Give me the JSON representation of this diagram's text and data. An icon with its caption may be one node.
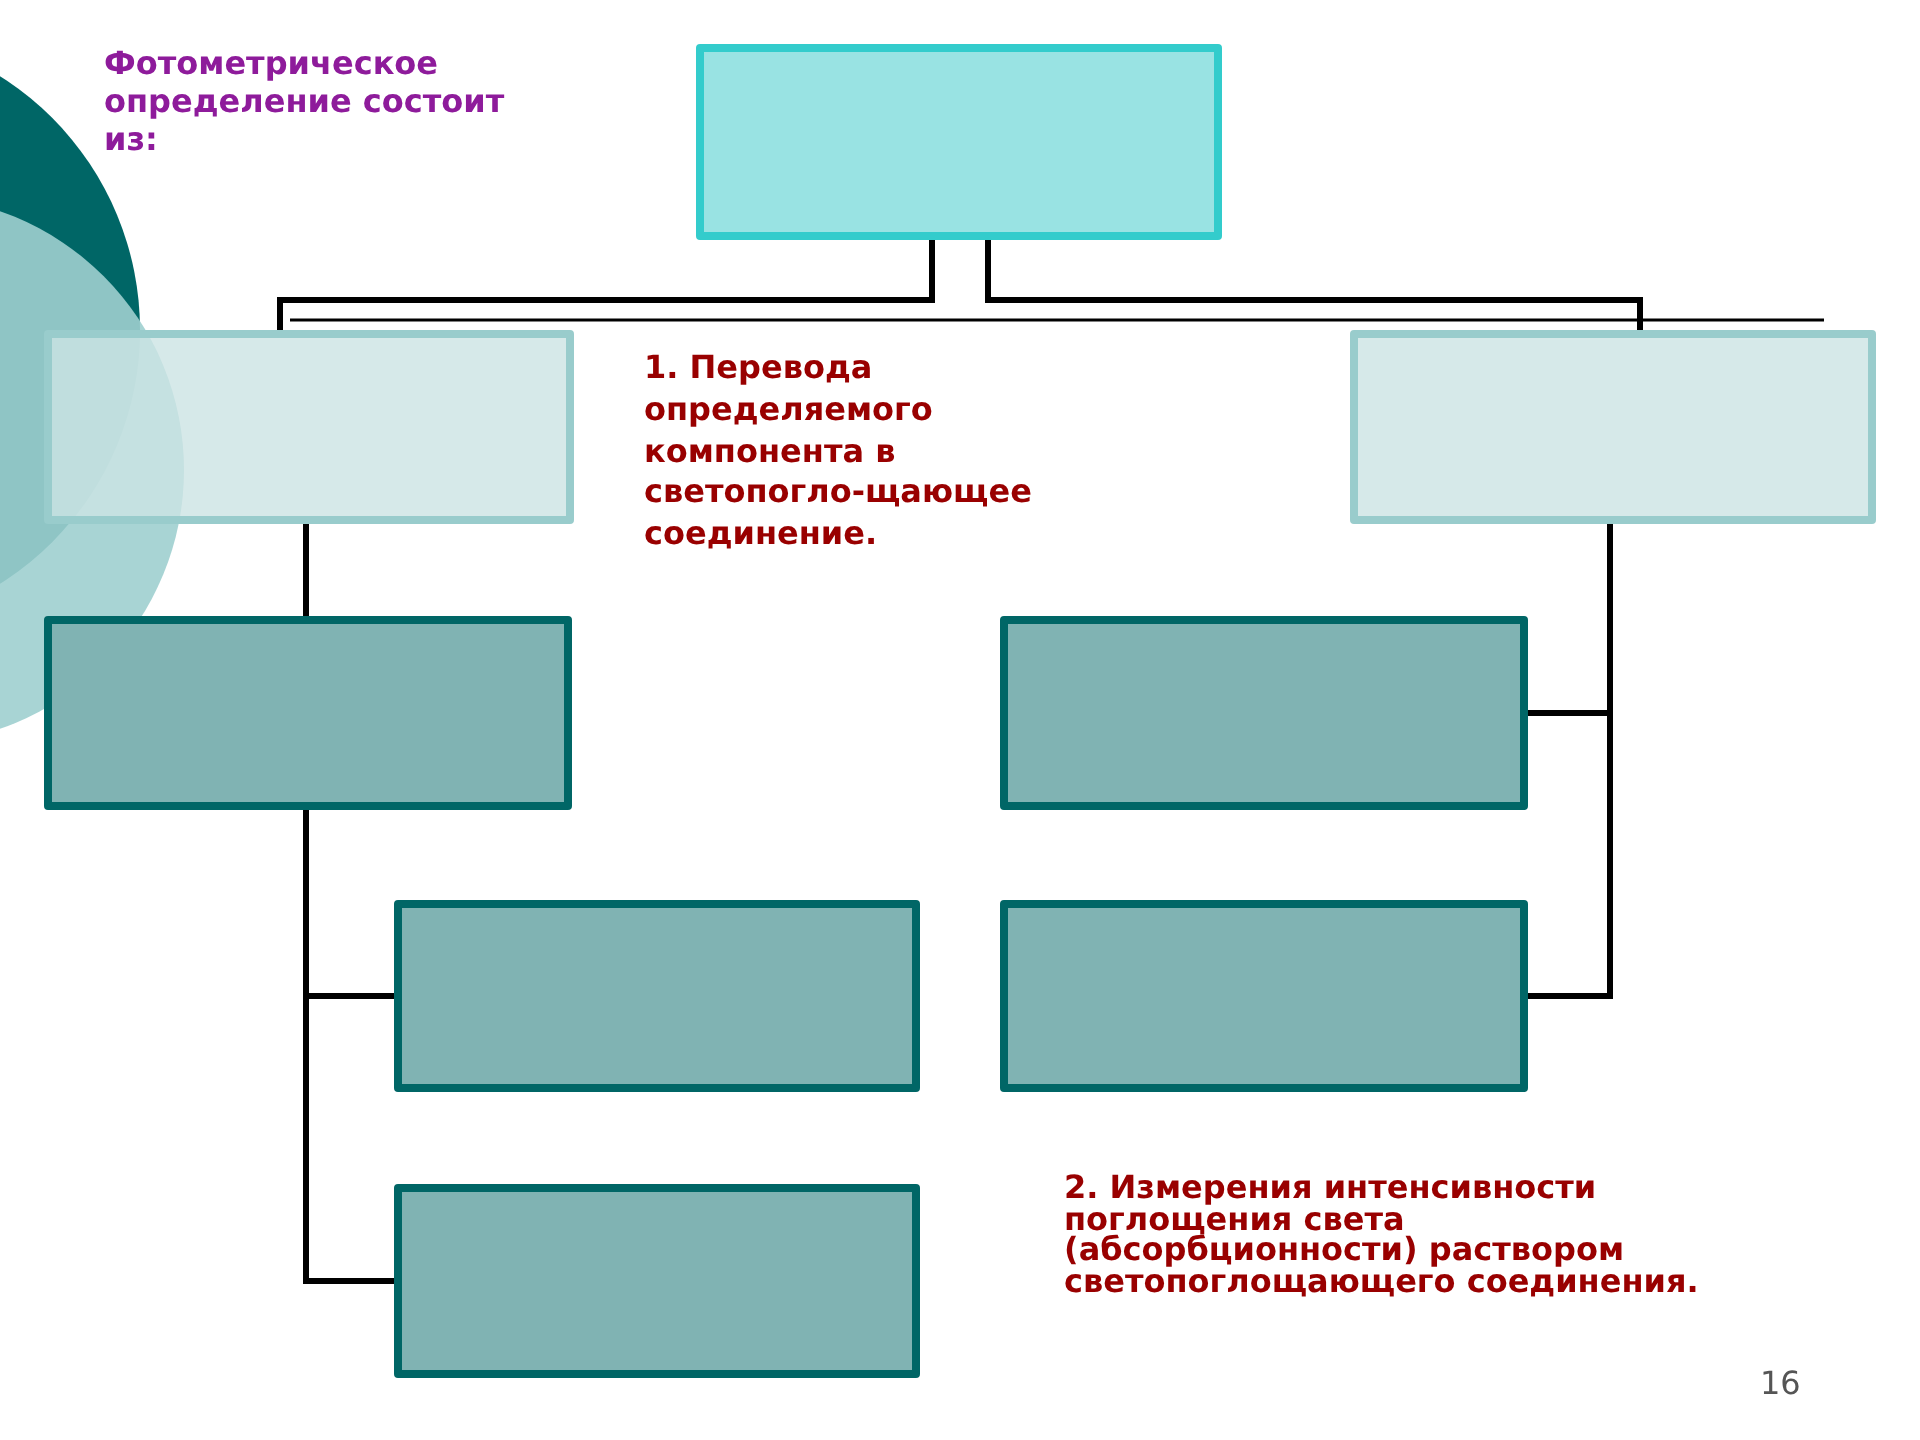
{
  "diagram": {
    "title": "Фотометрическое определение состоит из:",
    "nodes": [
      {
        "text": [],
        "shape": "box"
      },
      {
        "text": [],
        "shape": "box"
      },
      {
        "text": [],
        "shape": "box"
      },
      {
        "text": [],
        "shape": "box"
      },
      {
        "text": [],
        "shape": "box"
      },
      {
        "text": [],
        "shape": "box"
      },
      {
        "text": [],
        "shape": "box"
      },
      {
        "text": [],
        "shape": "box"
      }
    ],
    "edges": [
      {
        "from": 0,
        "to": 1,
        "arrow": "none"
      },
      {
        "from": 0,
        "to": 2,
        "arrow": "none"
      },
      {
        "from": 1,
        "to": 3,
        "arrow": "none"
      },
      {
        "from": 3,
        "to": 4,
        "arrow": "none"
      },
      {
        "from": 3,
        "to": 5,
        "arrow": "none"
      },
      {
        "from": 2,
        "to": 6,
        "arrow": "none"
      },
      {
        "from": 2,
        "to": 7,
        "arrow": "none"
      }
    ],
    "labels": [
      "1. Перевода определяемого компонента в светопогло-щающее соединение.",
      "2. Измерения интенсивности поглощения света (абсорбционности) раствором светопоглощающего соединения.",
      "16"
    ]
  }
}
